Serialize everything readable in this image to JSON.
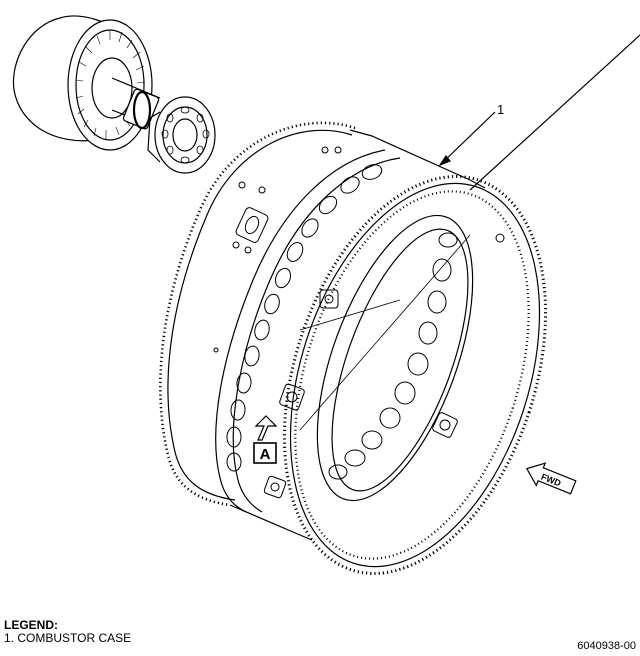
{
  "callout": {
    "number": "1"
  },
  "view_label": "A",
  "fwd_label": "FWD",
  "legend": {
    "title": "LEGEND:",
    "items": [
      "1. COMBUSTOR CASE"
    ]
  },
  "figure_number": "6040938-00",
  "colors": {
    "line": "#000000",
    "background": "#ffffff"
  }
}
